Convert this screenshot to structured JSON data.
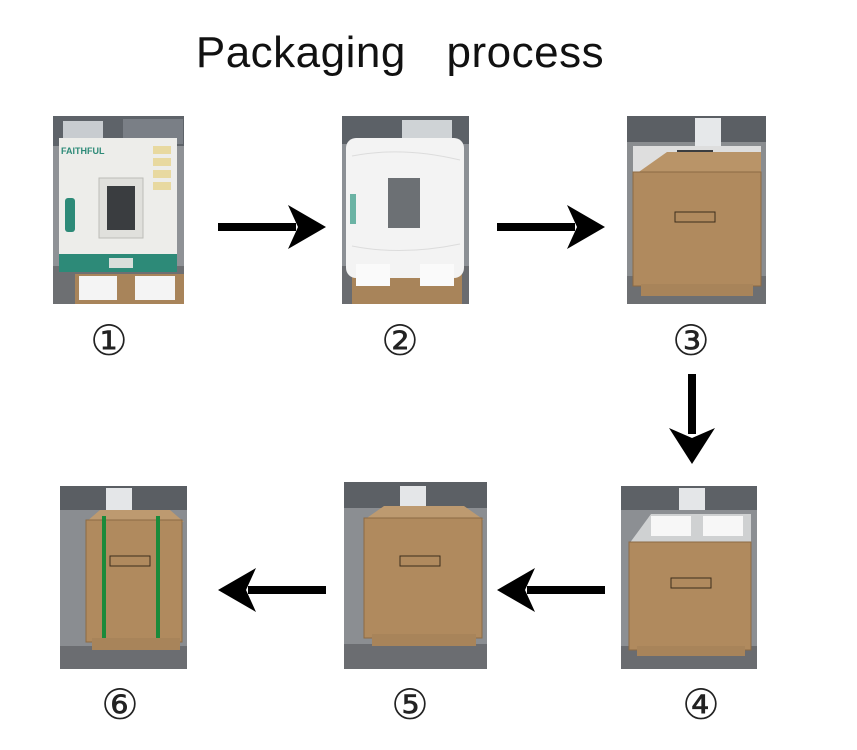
{
  "title": "Packaging    process",
  "steps": [
    {
      "number": "①",
      "brand": "FAITHFUL"
    },
    {
      "number": "②"
    },
    {
      "number": "③"
    },
    {
      "number": "④"
    },
    {
      "number": "⑤"
    },
    {
      "number": "⑥"
    }
  ],
  "colors": {
    "arrow": "#000000",
    "cardboard": "#b08a5e",
    "cabinet": "#eeeeea",
    "door_handle": "#2d8a78",
    "pallet": "#b08a62",
    "strap": "#1a8a3a"
  }
}
